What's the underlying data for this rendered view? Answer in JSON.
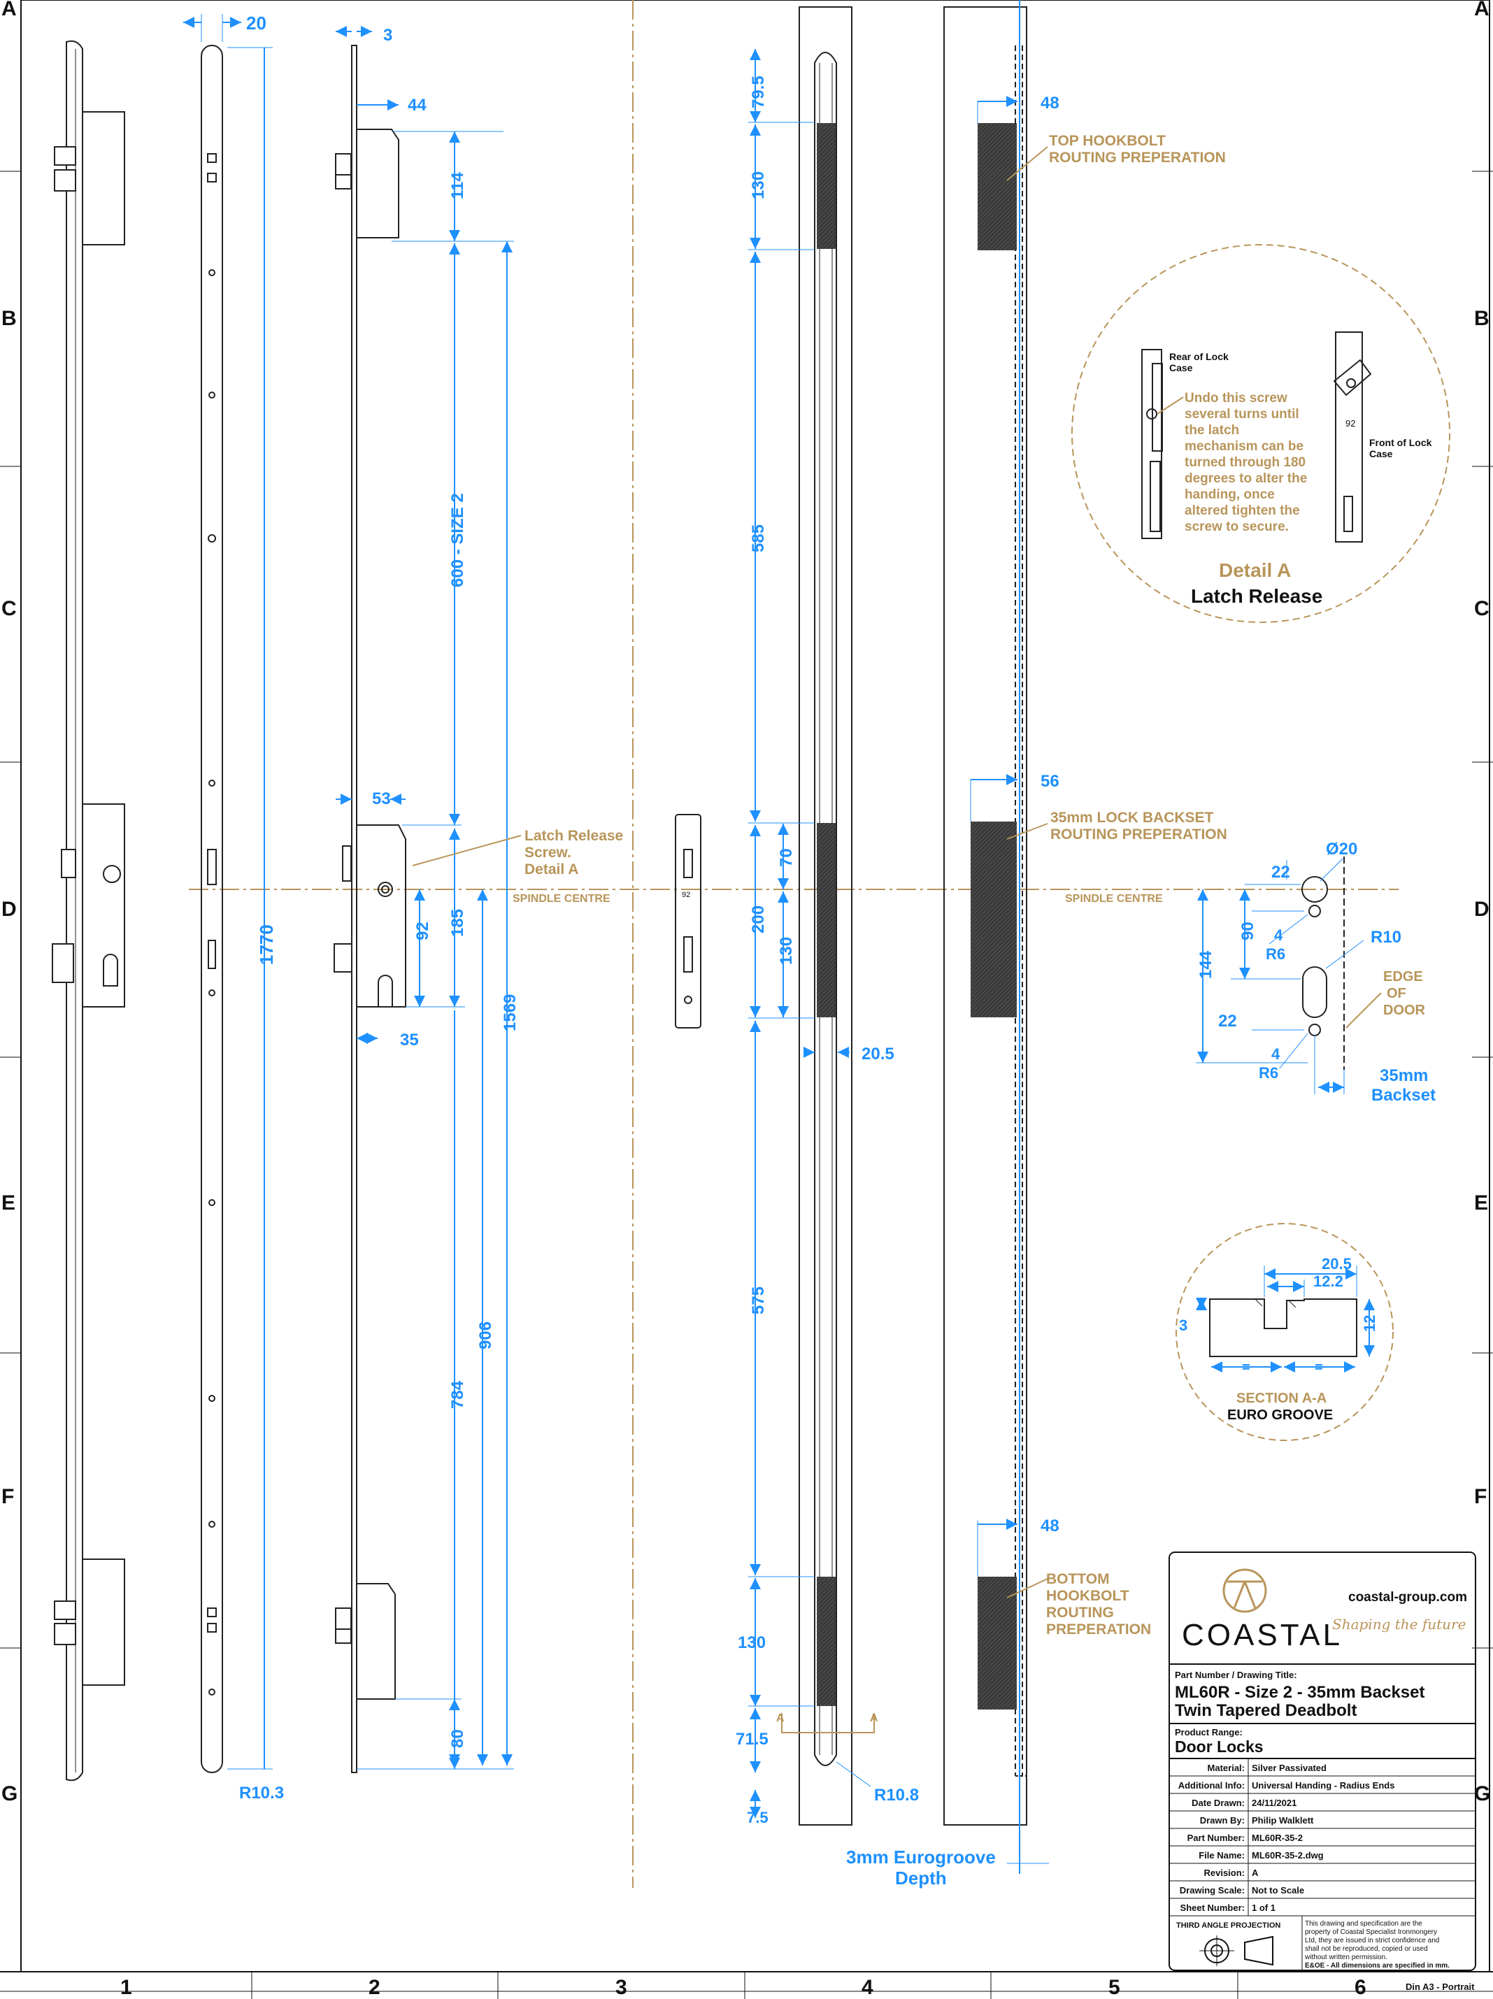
{
  "border": {
    "rows": [
      "A",
      "B",
      "C",
      "D",
      "E",
      "F",
      "G"
    ],
    "cols": [
      "1",
      "2",
      "3",
      "4",
      "5",
      "6"
    ],
    "sheet_size": "Din A3 - Portrait"
  },
  "views": {
    "front": {
      "width_dim": "20",
      "overall_length": "1770",
      "end_radius": "R10.3"
    },
    "side": {
      "thickness": "3",
      "hook_depth": "44",
      "top_case": "114",
      "size": "600 - SIZE 2",
      "backset_to_plate": "53",
      "centre_to_cylinder": "92",
      "case_height": "185",
      "cylinder_offset": "35",
      "bottom_case": "80",
      "to_bottom_1": "784",
      "to_bottom_2": "906",
      "to_bottom_3": "1569"
    },
    "latch_note": {
      "line1": "Latch Release",
      "line2": "Screw.",
      "line3": "Detail A"
    },
    "spindle_centre": "SPINDLE CENTRE",
    "routing": {
      "d1": "79.5",
      "d2": "130",
      "d3": "585",
      "d4": "70",
      "d5": "200",
      "d6": "130",
      "d7": "575",
      "d8": "130",
      "d9": "71.5",
      "d10": "7.5",
      "groove_width": "20.5",
      "end_radius": "R10.8",
      "section_marker": "A",
      "eurogroove_1": "3mm Eurogroove",
      "eurogroove_2": "Depth"
    },
    "prep": {
      "top_depth": "48",
      "top_note_1": "TOP HOOKBOLT",
      "top_note_2": "ROUTING PREPERATION",
      "lock_depth": "56",
      "lock_note_1": "35mm LOCK BACKSET",
      "lock_note_2": "ROUTING PREPERATION",
      "bottom_depth": "48",
      "bottom_note_1": "BOTTOM",
      "bottom_note_2": "HOOKBOLT",
      "bottom_note_3": "ROUTING",
      "bottom_note_4": "PREPERATION"
    },
    "detail_a": {
      "rear_label_1": "Rear of Lock",
      "rear_label_2": "Case",
      "front_label_1": "Front of Lock",
      "front_label_2": "Case",
      "plate_num": "92",
      "instructions": [
        "Undo this screw",
        "several turns until",
        "the latch",
        "mechanism can be",
        "turned through 180",
        "degrees to alter the",
        "handing, once",
        "altered tighten the",
        "screw to secure."
      ],
      "title": "Detail A",
      "subtitle": "Latch Release"
    },
    "holes": {
      "dia": "Ø20",
      "h22a": "22",
      "v90": "90",
      "v144": "144",
      "w4a": "4",
      "r6a": "R6",
      "r10": "R10",
      "edge_1": "EDGE",
      "edge_2": "OF",
      "edge_3": "DOOR",
      "h22b": "22",
      "w4b": "4",
      "r6b": "R6",
      "backset_1": "35mm",
      "backset_2": "Backset"
    },
    "section": {
      "w205": "20.5",
      "w122": "12.2",
      "d3": "3",
      "d12": "12",
      "eq": "=",
      "title": "SECTION A-A",
      "subtitle": "EURO GROOVE"
    }
  },
  "title_block": {
    "website": "coastal-group.com",
    "brand": "COASTAL",
    "tagline": "Shaping the future",
    "part_title_label": "Part Number / Drawing Title:",
    "title_1": "ML60R - Size 2 - 35mm Backset",
    "title_2": "Twin Tapered Deadbolt",
    "range_label": "Product Range:",
    "range": "Door Locks",
    "rows": [
      {
        "label": "Material:",
        "value": "Silver Passivated"
      },
      {
        "label": "Additional Info:",
        "value": "Universal Handing - Radius Ends"
      },
      {
        "label": "Date Drawn:",
        "value": "24/11/2021"
      },
      {
        "label": "Drawn By:",
        "value": "Philip Walklett"
      },
      {
        "label": "Part Number:",
        "value": "ML60R-35-2"
      },
      {
        "label": "File Name:",
        "value": "ML60R-35-2.dwg"
      },
      {
        "label": "Revision:",
        "value": "A"
      },
      {
        "label": "Drawing Scale:",
        "value": "Not to Scale"
      },
      {
        "label": "Sheet Number:",
        "value": "1   of   1"
      }
    ],
    "projection": "THIRD ANGLE PROJECTION",
    "disclaimer": [
      "This drawing and specification are the",
      "property of Coastal Specialist Ironmongery",
      "Ltd, they are issued in strict confidence and",
      "shall not be reproduced, copied or used",
      "without written permission.",
      "E&OE - All dimensions are specified in mm."
    ]
  },
  "colors": {
    "dimension": "#1e90ff",
    "annotation": "#b8955a",
    "routing_fill": "#3a3a3a"
  }
}
